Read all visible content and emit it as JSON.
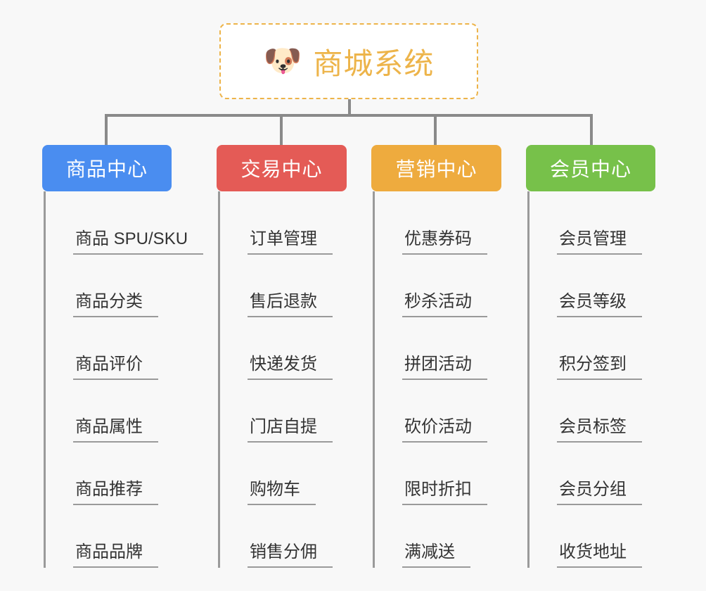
{
  "diagram": {
    "background_color": "#f8f8f8",
    "connector_color": "#8a8a8a",
    "root": {
      "title": "商城系统",
      "emoji": "🐶",
      "emoji_name": "shiba-dog-face",
      "text_color": "#edb44a",
      "border_color": "#edb44a",
      "fill_color": "#ffffff"
    },
    "columns": [
      {
        "header": "商品中心",
        "color": "#4a8df0",
        "items": [
          "商品 SPU/SKU",
          "商品分类",
          "商品评价",
          "商品属性",
          "商品推荐",
          "商品品牌"
        ]
      },
      {
        "header": "交易中心",
        "color": "#e45b56",
        "items": [
          "订单管理",
          "售后退款",
          "快递发货",
          "门店自提",
          "购物车",
          "销售分佣"
        ]
      },
      {
        "header": "营销中心",
        "color": "#eeab3e",
        "items": [
          "优惠券码",
          "秒杀活动",
          "拼团活动",
          "砍价活动",
          "限时折扣",
          "满减送"
        ]
      },
      {
        "header": "会员中心",
        "color": "#77c14a",
        "items": [
          "会员管理",
          "会员等级",
          "积分签到",
          "会员标签",
          "会员分组",
          "收货地址"
        ]
      }
    ]
  }
}
